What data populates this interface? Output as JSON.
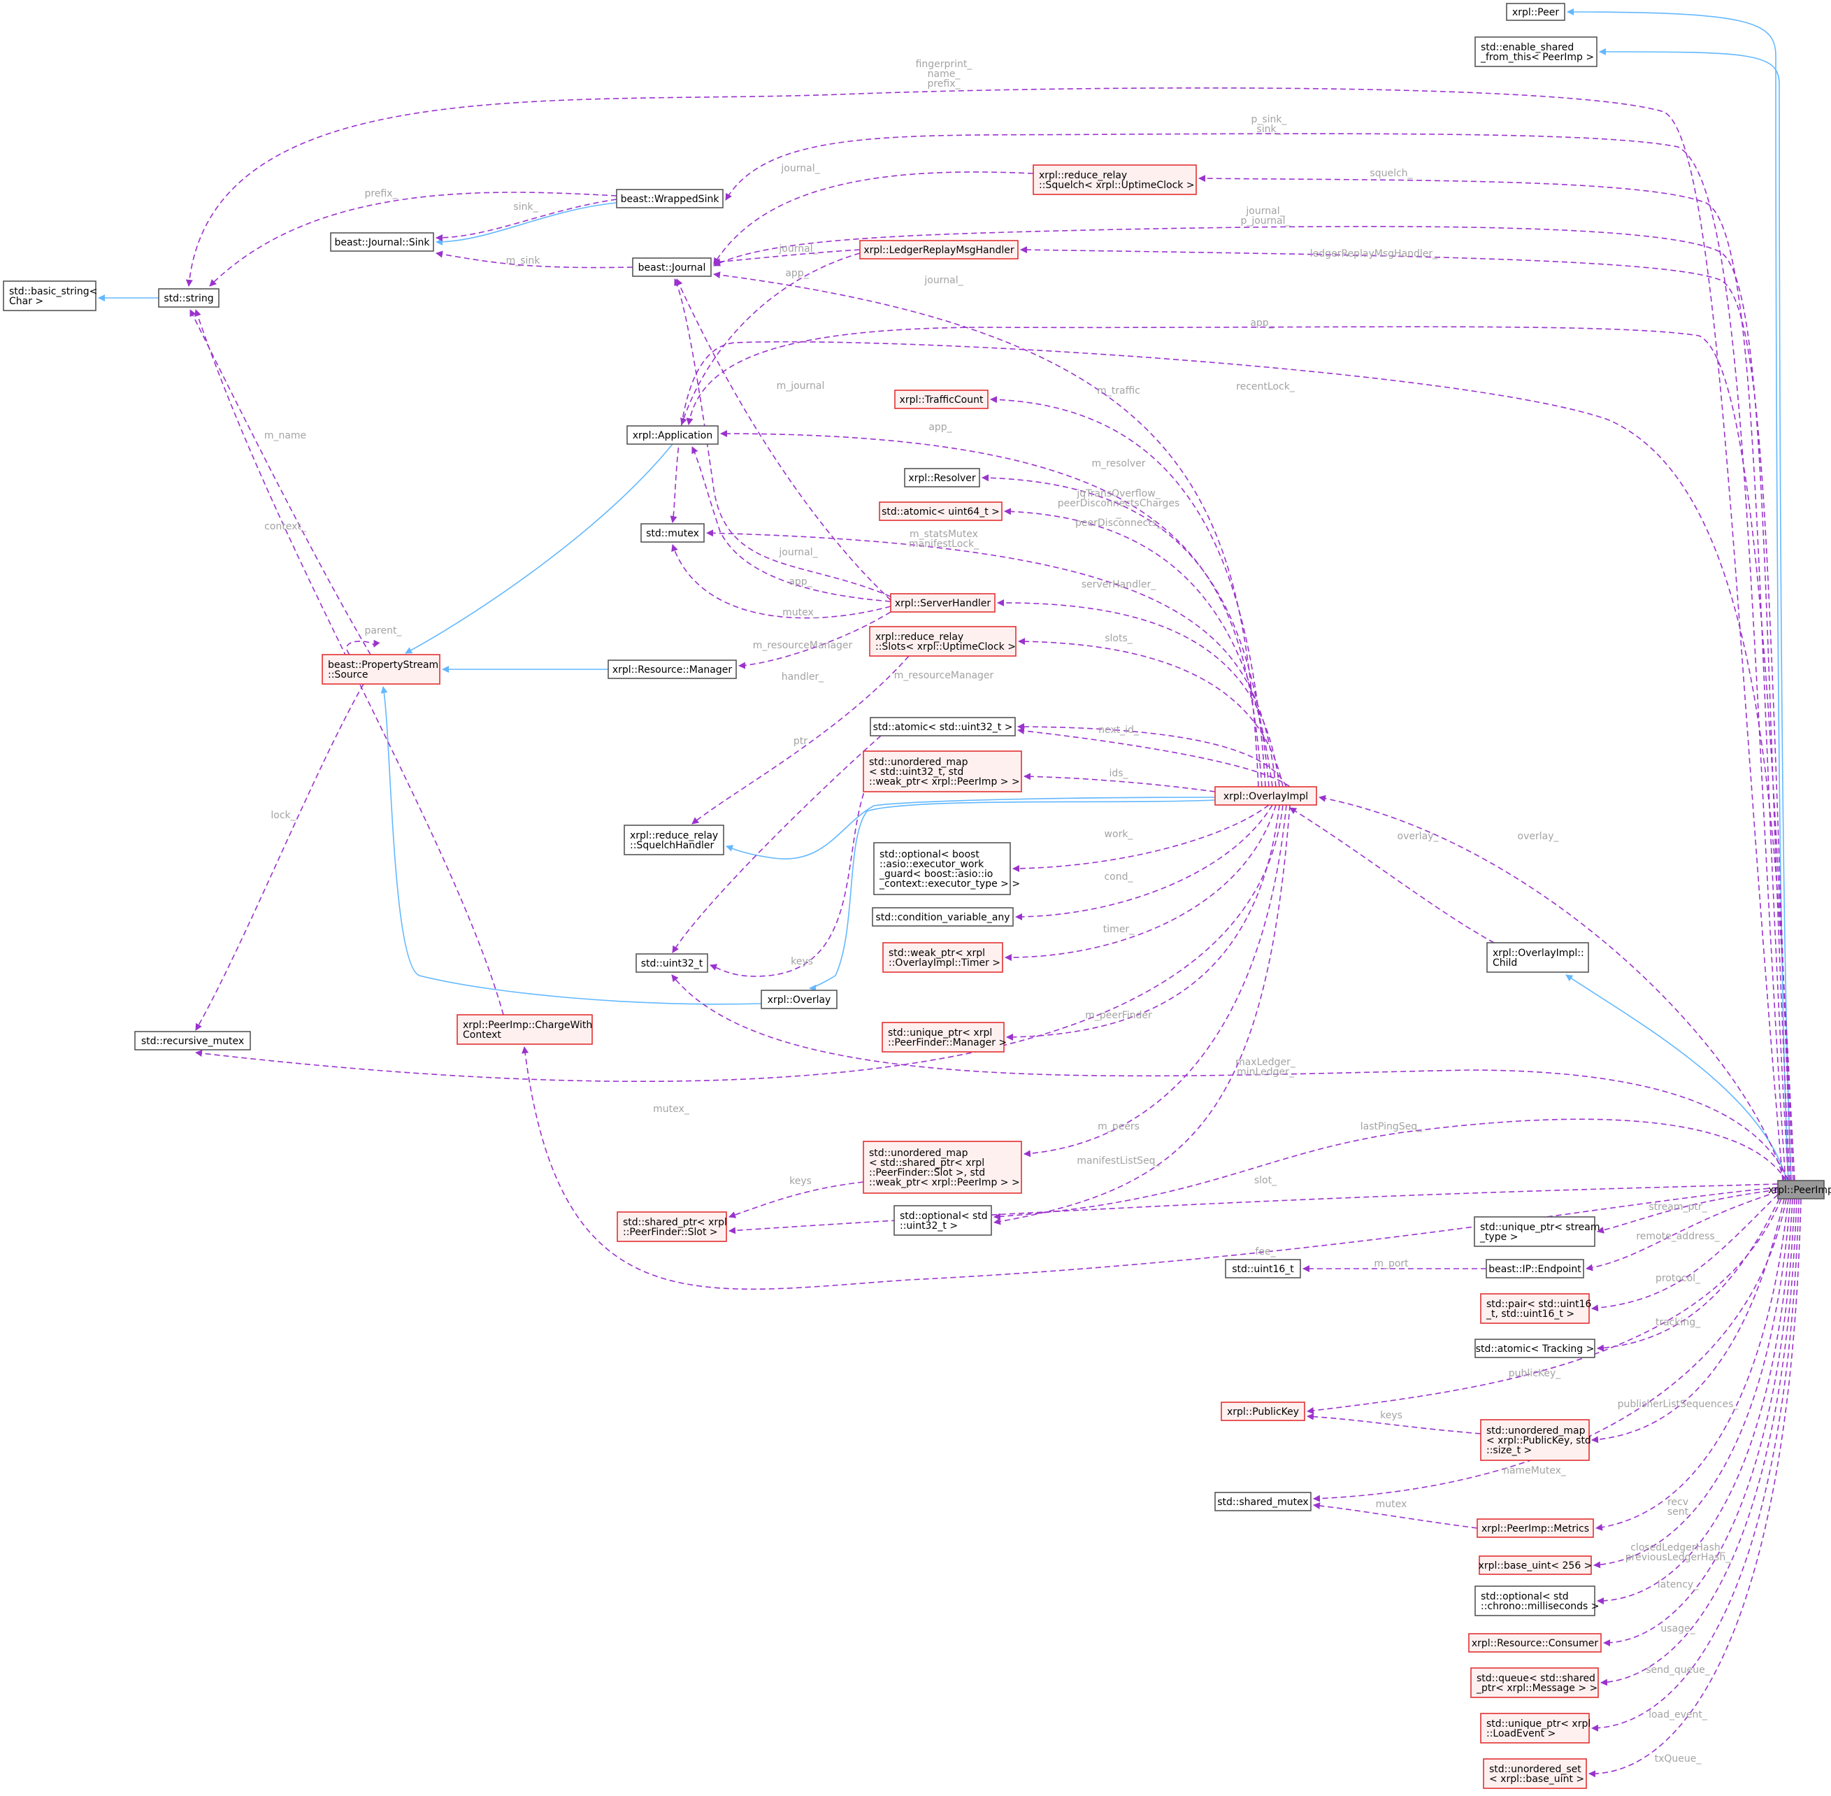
{
  "nodes": {
    "peer": [
      "xrpl::Peer"
    ],
    "esft": [
      "std::enable_shared",
      "_from_this< PeerImp >"
    ],
    "basic_string": [
      "std::basic_string<",
      "Char >"
    ],
    "string": [
      "std::string"
    ],
    "wrappedsink": [
      "beast::WrappedSink"
    ],
    "sink": [
      "beast::Journal::Sink"
    ],
    "journal": [
      "beast::Journal"
    ],
    "squelch": [
      "xrpl::reduce_relay",
      "::Squelch< xrpl::UptimeClock >"
    ],
    "ledgerreplay": [
      "xrpl::LedgerReplayMsgHandler"
    ],
    "application": [
      "xrpl::Application"
    ],
    "trafficcount": [
      "xrpl::TrafficCount"
    ],
    "resolver": [
      "xrpl::Resolver"
    ],
    "atomic64": [
      "std::atomic< uint64_t >"
    ],
    "mutex": [
      "std::mutex"
    ],
    "serverhandler": [
      "xrpl::ServerHandler"
    ],
    "slots": [
      "xrpl::reduce_relay",
      "::Slots< xrpl::UptimeClock >"
    ],
    "propsource": [
      "beast::PropertyStream",
      "::Source"
    ],
    "resmanager": [
      "xrpl::Resource::Manager"
    ],
    "atomic32": [
      "std::atomic< std::uint32_t >"
    ],
    "umap_peers": [
      "std::unordered_map",
      "< std::uint32_t, std",
      "::weak_ptr< xrpl::PeerImp > >"
    ],
    "squelchhandler": [
      "xrpl::reduce_relay",
      "::SquelchHandler"
    ],
    "optional_work": [
      "std::optional< boost",
      "::asio::executor_work",
      "_guard< boost::asio::io",
      "_context::executor_type > >"
    ],
    "condvar": [
      "std::condition_variable_any"
    ],
    "uint32": [
      "std::uint32_t"
    ],
    "weak_timer": [
      "std::weak_ptr< xrpl",
      "::OverlayImpl::Timer >"
    ],
    "overlay": [
      "xrpl::Overlay"
    ],
    "recursive_mutex": [
      "std::recursive_mutex"
    ],
    "chargewith": [
      "xrpl::PeerImp::ChargeWith",
      "Context"
    ],
    "unique_peerfinder": [
      "std::unique_ptr< xrpl",
      "::PeerFinder::Manager >"
    ],
    "umap_slots": [
      "std::unordered_map",
      "< std::shared_ptr< xrpl",
      "::PeerFinder::Slot >, std",
      "::weak_ptr< xrpl::PeerImp > >"
    ],
    "shared_slot": [
      "std::shared_ptr< xrpl",
      "::PeerFinder::Slot >"
    ],
    "optional_u32": [
      "std::optional< std",
      "::uint32_t >"
    ],
    "overlayimpl": [
      "xrpl::OverlayImpl"
    ],
    "child": [
      "xrpl::OverlayImpl::",
      "Child"
    ],
    "peerimp": [
      "xrpl::PeerImp"
    ],
    "unique_stream": [
      "std::unique_ptr< stream",
      "_type >"
    ],
    "uint16": [
      "std::uint16_t"
    ],
    "endpoint": [
      "beast::IP::Endpoint"
    ],
    "pair": [
      "std::pair< std::uint16",
      "_t, std::uint16_t >"
    ],
    "atomic_tracking": [
      "std::atomic< Tracking >"
    ],
    "publickey": [
      "xrpl::PublicKey"
    ],
    "umap_pub": [
      "std::unordered_map",
      "< xrpl::PublicKey, std",
      "::size_t >"
    ],
    "shared_mutex": [
      "std::shared_mutex"
    ],
    "metrics": [
      "xrpl::PeerImp::Metrics"
    ],
    "base_uint": [
      "xrpl::base_uint< 256 >"
    ],
    "optional_ms": [
      "std::optional< std",
      "::chrono::milliseconds >"
    ],
    "consumer": [
      "xrpl::Resource::Consumer"
    ],
    "queue": [
      "std::queue< std::shared",
      "_ptr< xrpl::Message > >"
    ],
    "unique_load": [
      "std::unique_ptr< xrpl",
      "::LoadEvent >"
    ],
    "uset": [
      "std::unordered_set",
      "< xrpl::base_uint >"
    ]
  },
  "edge_labels": {
    "fingerprint": [
      "fingerprint_",
      "name_",
      "prefix_"
    ],
    "p_sink": [
      "p_sink_",
      "sink_"
    ],
    "squelch": [
      "squelch_"
    ],
    "journal_squelch": [
      "journal_"
    ],
    "prefix": [
      "prefix_"
    ],
    "sink": [
      "sink_"
    ],
    "journal_pj": [
      "journal_",
      "p_journal_"
    ],
    "journal_lr": [
      "journal_"
    ],
    "ledger_handler": [
      "ledgerReplayMsgHandler_"
    ],
    "m_sink": [
      "m_sink"
    ],
    "app_lr": [
      "app_"
    ],
    "journal_ov": [
      "journal_"
    ],
    "app_peer": [
      "app_"
    ],
    "recentlock": [
      "recentLock_"
    ],
    "m_traffic": [
      "m_traffic"
    ],
    "m_journal": [
      "m_journal"
    ],
    "m_name": [
      "m_name"
    ],
    "app_ov": [
      "app_"
    ],
    "m_resolver": [
      "m_resolver"
    ],
    "jq_overflow": [
      "jqTransOverflow_",
      "peerDisconnectsCharges",
      "_",
      "peerDisconnects_"
    ],
    "context": [
      "context_"
    ],
    "m_statsmutex": [
      "m_statsMutex",
      "manifestLock_"
    ],
    "journal_sh": [
      "journal_"
    ],
    "app_sh": [
      "app_"
    ],
    "serverhandler": [
      "serverHandler_"
    ],
    "mutex_sh": [
      "mutex_"
    ],
    "parent": [
      "parent_"
    ],
    "slots": [
      "slots_"
    ],
    "m_resmanager_sh": [
      "m_resourceManager"
    ],
    "handler": [
      "handler_"
    ],
    "m_resmanager_ov": [
      "m_resourceManager"
    ],
    "next_id": [
      "next_id_"
    ],
    "ptr": [
      "ptr"
    ],
    "ids": [
      "ids_"
    ],
    "overlay_child": [
      "overlay_"
    ],
    "overlay_peer": [
      "overlay_"
    ],
    "lock": [
      "lock_"
    ],
    "work": [
      "work_"
    ],
    "cond": [
      "cond_"
    ],
    "timer": [
      "timer_"
    ],
    "keys_umap": [
      "keys"
    ],
    "m_peerfinder": [
      "m_peerFinder"
    ],
    "maxledger": [
      "maxLedger_",
      "minLedger_"
    ],
    "mutex_rm": [
      "mutex_"
    ],
    "m_peers": [
      "m_peers"
    ],
    "lastping": [
      "lastPingSeq_"
    ],
    "manifestlist": [
      "manifestListSeq_"
    ],
    "keys_slot": [
      "keys"
    ],
    "slot": [
      "slot_"
    ],
    "stream_ptr": [
      "stream_ptr_"
    ],
    "fee": [
      "fee_"
    ],
    "remote": [
      "remote_address_"
    ],
    "m_port": [
      "m_port"
    ],
    "protocol": [
      "protocol_"
    ],
    "tracking": [
      "tracking_"
    ],
    "publickey": [
      "publicKey_"
    ],
    "keys_pub": [
      "keys"
    ],
    "publisherlist": [
      "publisherListSequences_"
    ],
    "namemutex": [
      "nameMutex_"
    ],
    "mutex_metrics": [
      "mutex"
    ],
    "recv_sent": [
      "recv",
      "sent"
    ],
    "closedledger": [
      "closedLedgerHash_",
      "previousLedgerHash_"
    ],
    "latency": [
      "latency_"
    ],
    "usage": [
      "usage_"
    ],
    "send_queue": [
      "send_queue_"
    ],
    "load_event": [
      "load_event_"
    ],
    "txqueue": [
      "txQueue_"
    ]
  }
}
